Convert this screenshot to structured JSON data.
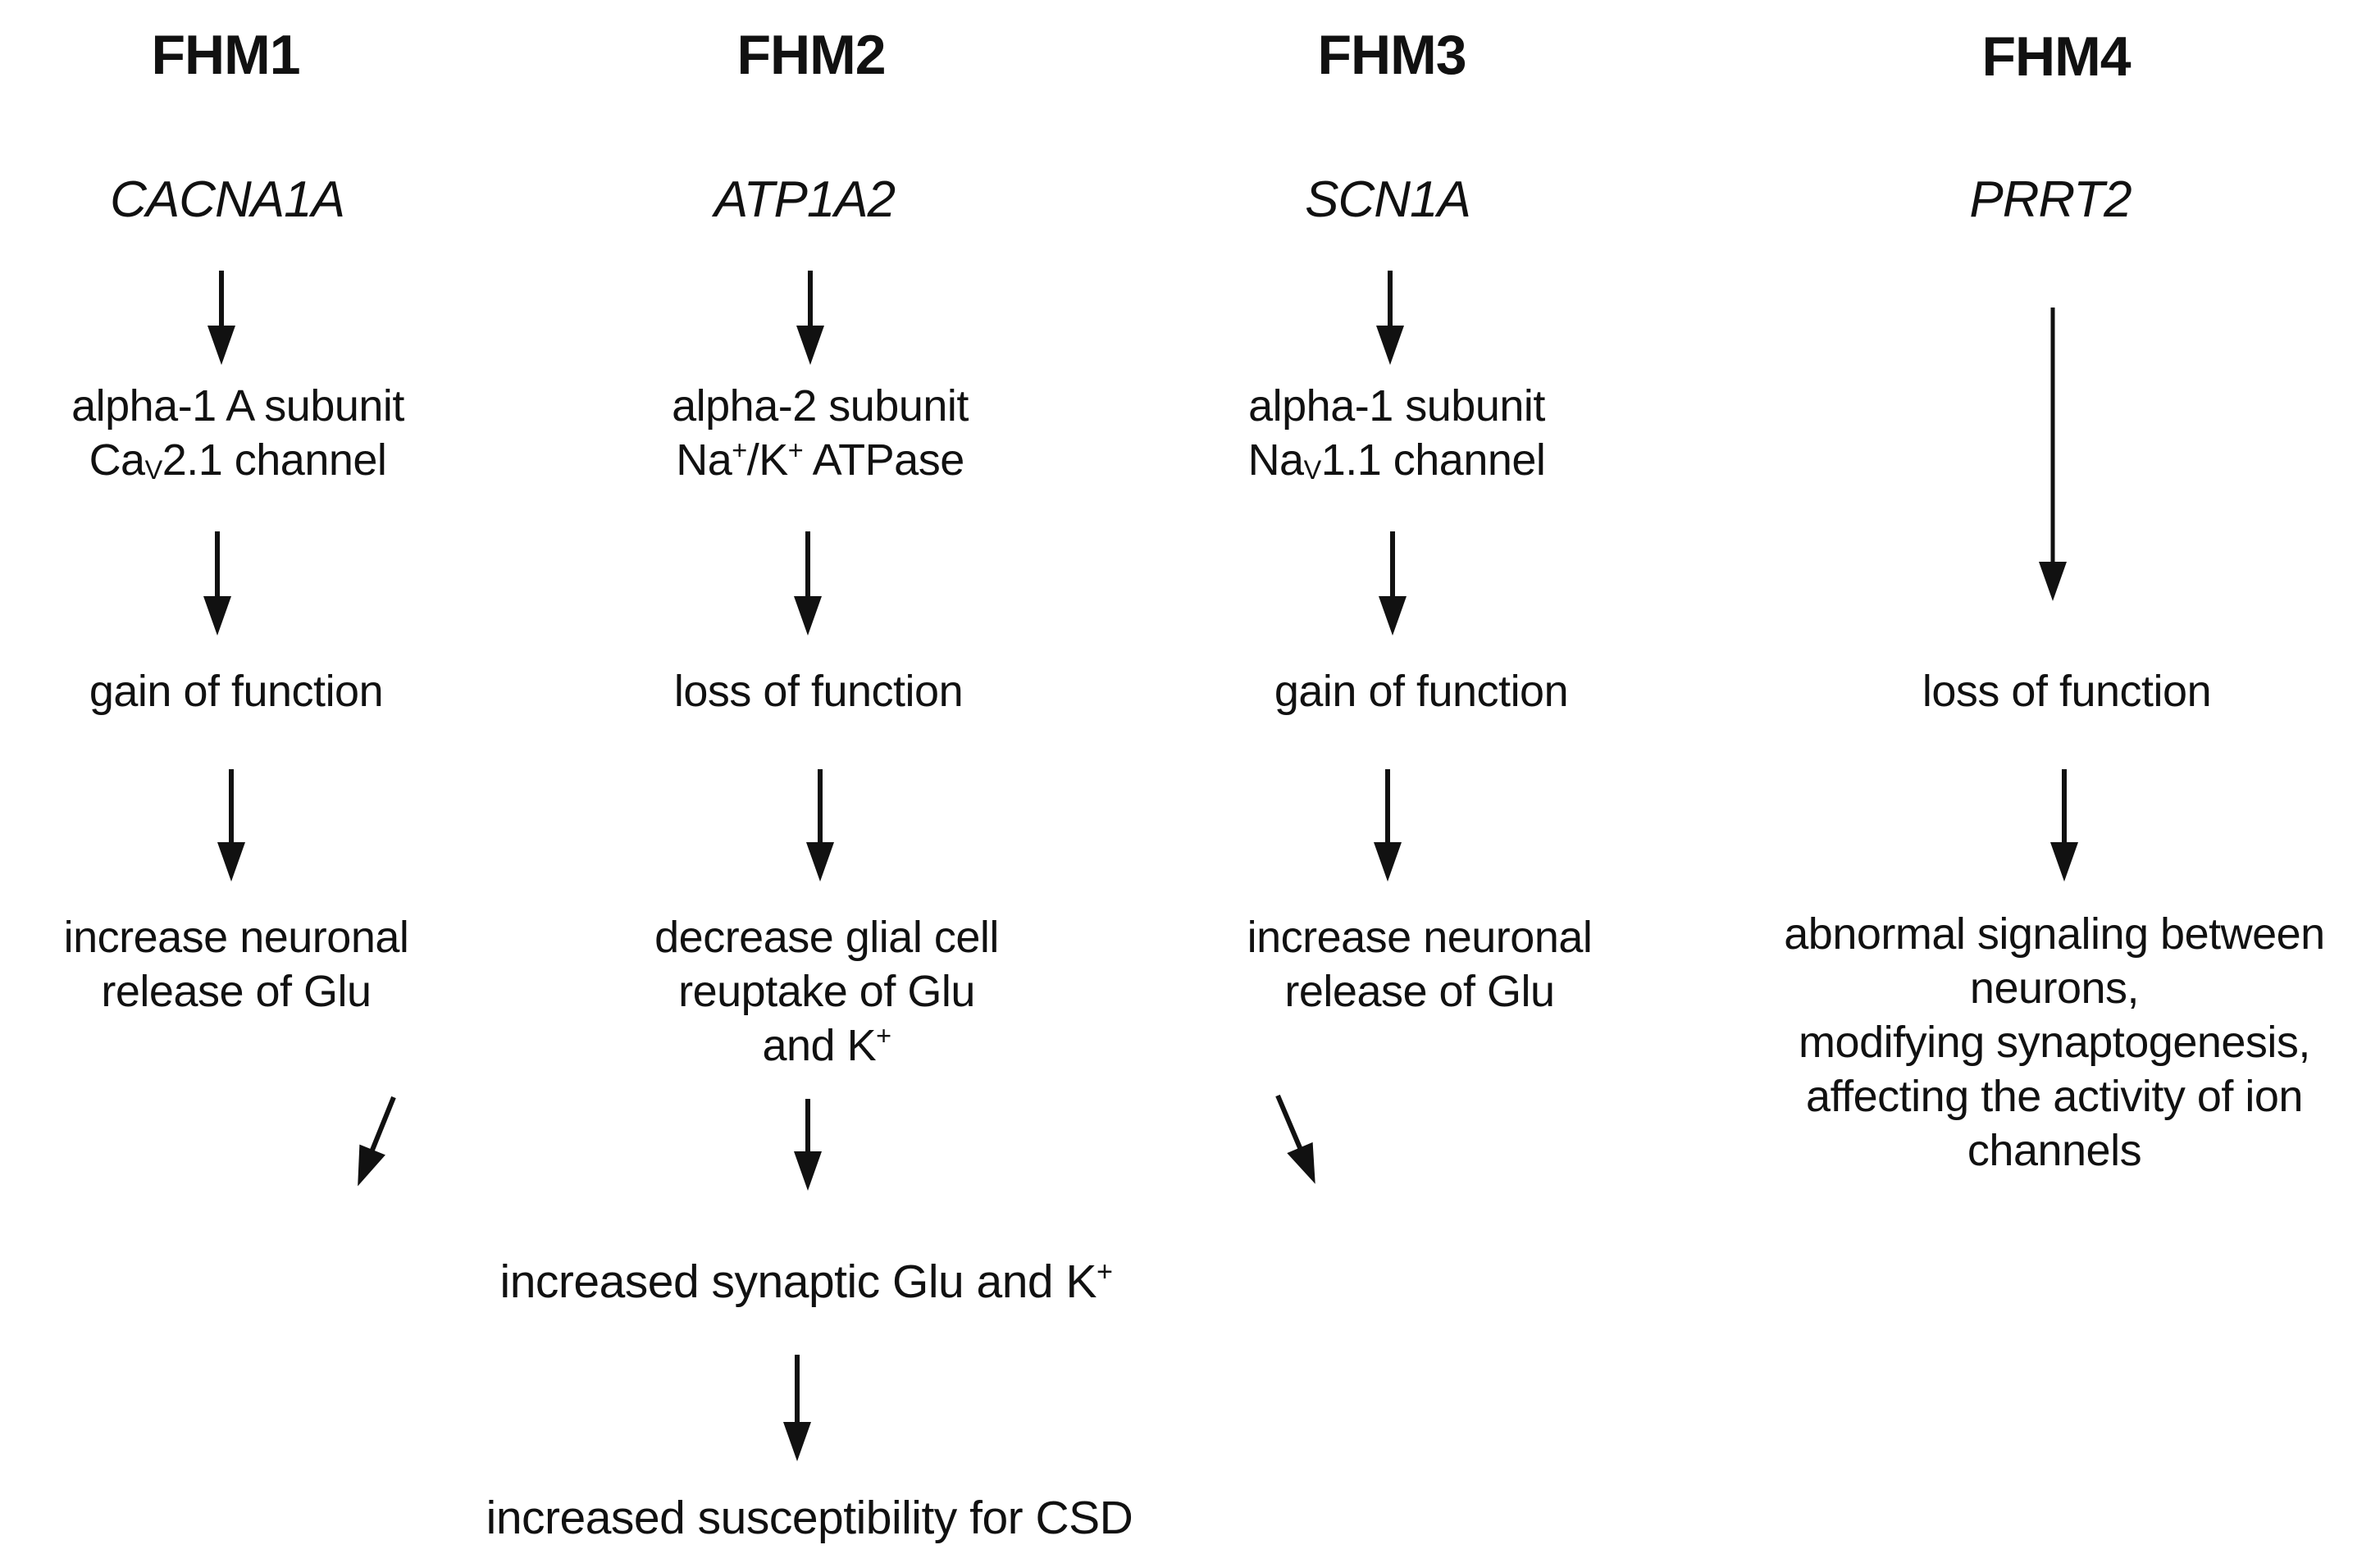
{
  "diagram": {
    "title": "FHM genetic subtypes pathway diagram",
    "colors": {
      "text": "#111111",
      "background": "#ffffff"
    },
    "columns": [
      {
        "header": "FHM1",
        "gene": "CACNA1A",
        "protein_lines": [
          [
            {
              "t": "alpha-1 A subunit"
            }
          ],
          [
            {
              "t": "Ca"
            },
            {
              "t": "V",
              "sub": true
            },
            {
              "t": "2.1 channel"
            }
          ]
        ],
        "function_change": "gain of function",
        "effect_lines": [
          [
            {
              "t": "increase neuronal"
            }
          ],
          [
            {
              "t": "release of Glu"
            }
          ]
        ]
      },
      {
        "header": "FHM2",
        "gene": "ATP1A2",
        "protein_lines": [
          [
            {
              "t": "alpha-2 subunit"
            }
          ],
          [
            {
              "t": "Na"
            },
            {
              "t": "+",
              "sup": true
            },
            {
              "t": "/K"
            },
            {
              "t": "+",
              "sup": true
            },
            {
              "t": " ATPase"
            }
          ]
        ],
        "function_change": "loss of function",
        "effect_lines": [
          [
            {
              "t": "decrease glial cell"
            }
          ],
          [
            {
              "t": "reuptake of Glu"
            }
          ],
          [
            {
              "t": "and K"
            },
            {
              "t": "+",
              "sup": true
            }
          ]
        ]
      },
      {
        "header": "FHM3",
        "gene": "SCN1A",
        "protein_lines": [
          [
            {
              "t": "alpha-1 subunit"
            }
          ],
          [
            {
              "t": "Na"
            },
            {
              "t": "V",
              "sub": true
            },
            {
              "t": "1.1 channel"
            }
          ]
        ],
        "function_change": "gain of function",
        "effect_lines": [
          [
            {
              "t": "increase neuronal"
            }
          ],
          [
            {
              "t": "release of Glu"
            }
          ]
        ]
      },
      {
        "header": "FHM4",
        "gene": "PRRT2",
        "protein_lines": [],
        "function_change": "loss of function",
        "effect_lines": [
          [
            {
              "t": "abnormal signaling between"
            }
          ],
          [
            {
              "t": "neurons,"
            }
          ],
          [
            {
              "t": "modifying synaptogenesis,"
            }
          ],
          [
            {
              "t": "affecting the activity of ion"
            }
          ],
          [
            {
              "t": "channels"
            }
          ]
        ]
      }
    ],
    "convergence": {
      "synaptic_line": [
        {
          "t": "increased synaptic Glu and K"
        },
        {
          "t": "+",
          "sup": true
        }
      ],
      "csd": "increased susceptibility for CSD"
    }
  }
}
